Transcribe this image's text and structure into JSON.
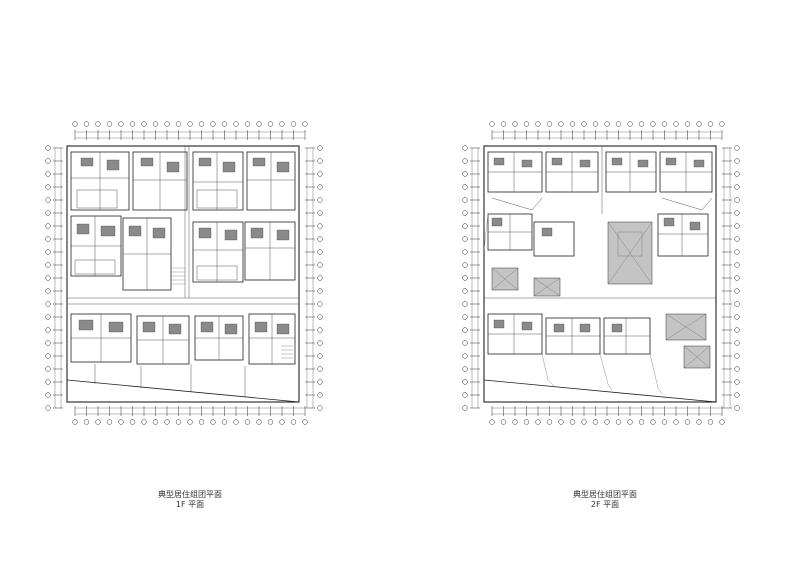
{
  "drawings": [
    {
      "title": "典型居住组团平面",
      "level": "1F 平面"
    },
    {
      "title": "典型居住组团平面",
      "level": "2F 平面"
    }
  ],
  "colors": {
    "line": "#222222",
    "thin": "#555555",
    "hatch": "#9a9a9a",
    "roof": "#bdbdbd"
  }
}
